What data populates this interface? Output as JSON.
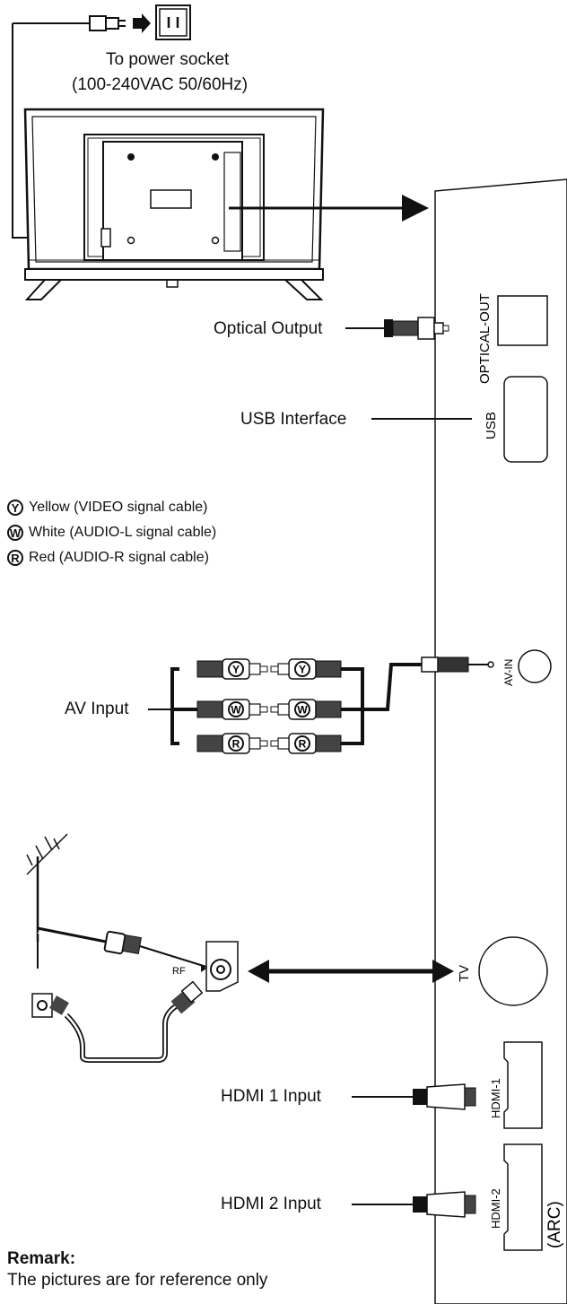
{
  "power": {
    "line1": "To power socket",
    "line2": "(100-240VAC 50/60Hz)"
  },
  "labels": {
    "optical_output": "Optical Output",
    "usb_interface": "USB Interface",
    "av_input": "AV Input",
    "hdmi1_input": "HDMI 1 Input",
    "hdmi2_input": "HDMI 2 Input",
    "rf": "RF"
  },
  "panel_ports": {
    "optical_out": "OPTICAL-OUT",
    "usb": "USB",
    "av_in": "AV-IN",
    "tv": "TV",
    "hdmi1": "HDMI-1",
    "hdmi2": "HDMI-2",
    "arc": "(ARC)"
  },
  "legend": [
    {
      "letter": "Y",
      "text": "Yellow (VIDEO signal cable)"
    },
    {
      "letter": "W",
      "text": "White (AUDIO-L signal cable)"
    },
    {
      "letter": "R",
      "text": "Red (AUDIO-R signal cable)"
    }
  ],
  "rca_letters": [
    "Y",
    "W",
    "R"
  ],
  "remark": {
    "title": "Remark:",
    "text": "The pictures are for reference only"
  }
}
